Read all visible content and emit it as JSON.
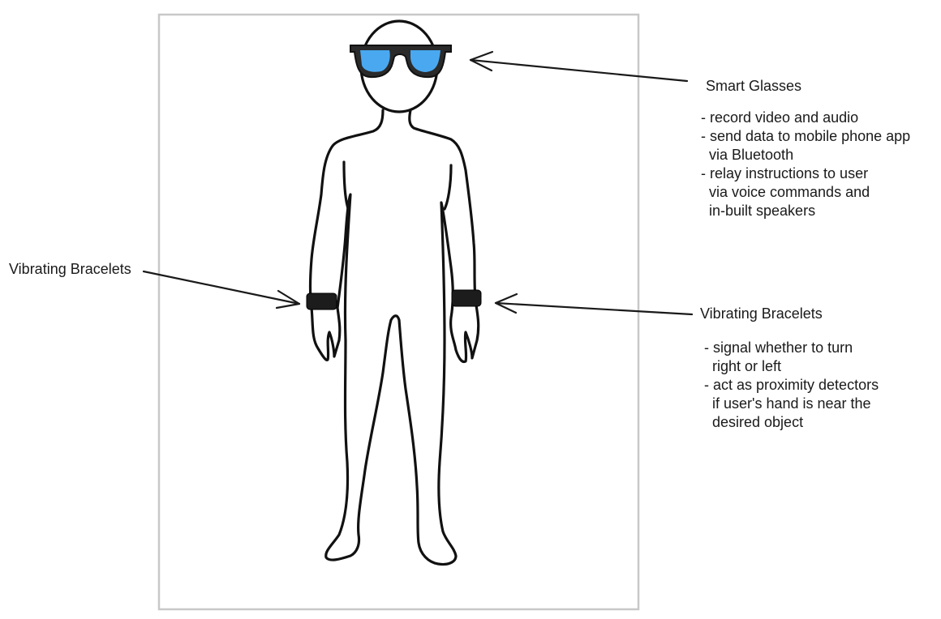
{
  "colors": {
    "frame": "#c8c8c8",
    "outline": "#111111",
    "lens": "#4aa8f0",
    "bracelet": "#1c1c1c",
    "text": "#1a1a1a"
  },
  "labels": {
    "glasses_title": "Smart Glasses",
    "bracelets_left_title": "Vibrating Bracelets",
    "bracelets_right_title": "Vibrating Bracelets"
  },
  "glasses_notes": [
    "- record video and audio",
    "- send data to mobile phone app",
    "  via Bluetooth",
    "- relay instructions to user",
    "  via voice commands and",
    "  in-built speakers"
  ],
  "bracelet_notes": [
    "- signal whether to turn",
    "  right or left",
    "- act as proximity detectors",
    "  if user's hand is near the",
    "  desired object"
  ]
}
